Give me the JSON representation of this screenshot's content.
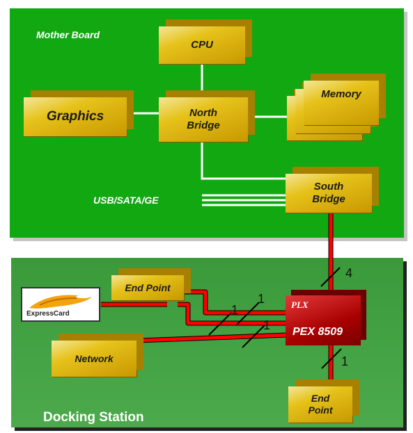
{
  "motherboard": {
    "label": "Mother Board",
    "cpu": "CPU",
    "graphics": "Graphics",
    "north_bridge": "North\nBridge",
    "memory": "Memory",
    "south_bridge": "South\nBridge",
    "io_label": "USB/SATA/GE"
  },
  "docking": {
    "label": "Docking Station",
    "end_point_1": "End Point",
    "network": "Network",
    "end_point_2": "End\nPoint",
    "expresscard": "ExpressCard",
    "pex_logo": "PLX",
    "pex_label": "PEX 8509"
  },
  "lanes": [
    "4",
    "1",
    "1",
    "1",
    "1"
  ],
  "colors": {
    "board_green": "#12a812",
    "dock_green": "#44a444",
    "gold": "#e6c21a",
    "link_red": "#ff0000",
    "wire_white": "#ffffff"
  }
}
